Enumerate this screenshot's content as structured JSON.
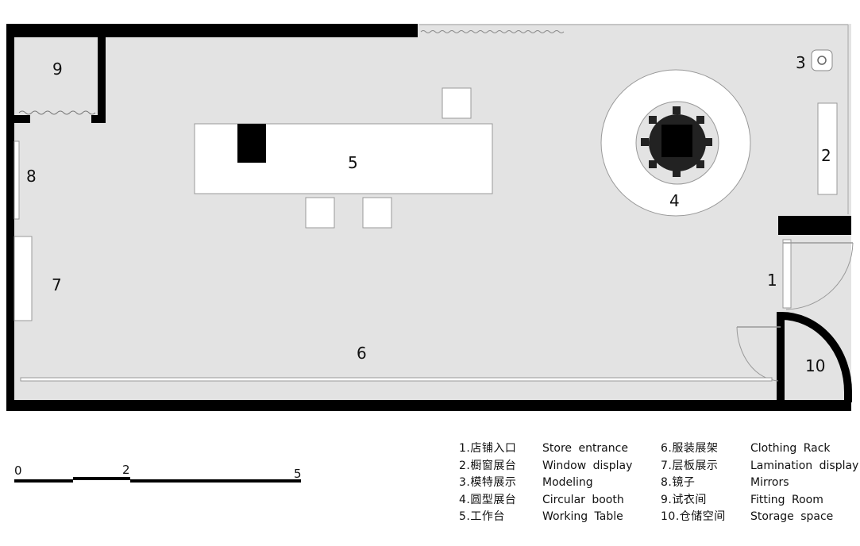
{
  "plan": {
    "labels": {
      "entrance": "1",
      "window_display": "2",
      "modeling": "3",
      "circular_booth": "4",
      "working_table": "5",
      "clothing_rack": "6",
      "lamination_display": "7",
      "mirrors": "8",
      "fitting_room": "9",
      "storage": "10"
    }
  },
  "scale": {
    "ticks": [
      "0",
      "2",
      "5"
    ]
  },
  "legend": {
    "left": [
      {
        "zh": "1.店铺入口",
        "en": "Store entrance"
      },
      {
        "zh": "2.橱窗展台",
        "en": "Window display"
      },
      {
        "zh": "3.模特展示",
        "en": "Modeling"
      },
      {
        "zh": "4.圆型展台",
        "en": "Circular booth"
      },
      {
        "zh": "5.工作台",
        "en": "Working Table"
      }
    ],
    "right": [
      {
        "zh": "6.服装展架",
        "en": "Clothing Rack"
      },
      {
        "zh": "7.层板展示",
        "en": "Lamination display"
      },
      {
        "zh": "8.镜子",
        "en": "Mirrors"
      },
      {
        "zh": "9.试衣间",
        "en": "Fitting Room"
      },
      {
        "zh": "10.仓储空间",
        "en": "Storage space"
      }
    ]
  },
  "colors": {
    "floor": "#e3e3e3",
    "wall": "#000000",
    "furniture": "#ffffff"
  }
}
